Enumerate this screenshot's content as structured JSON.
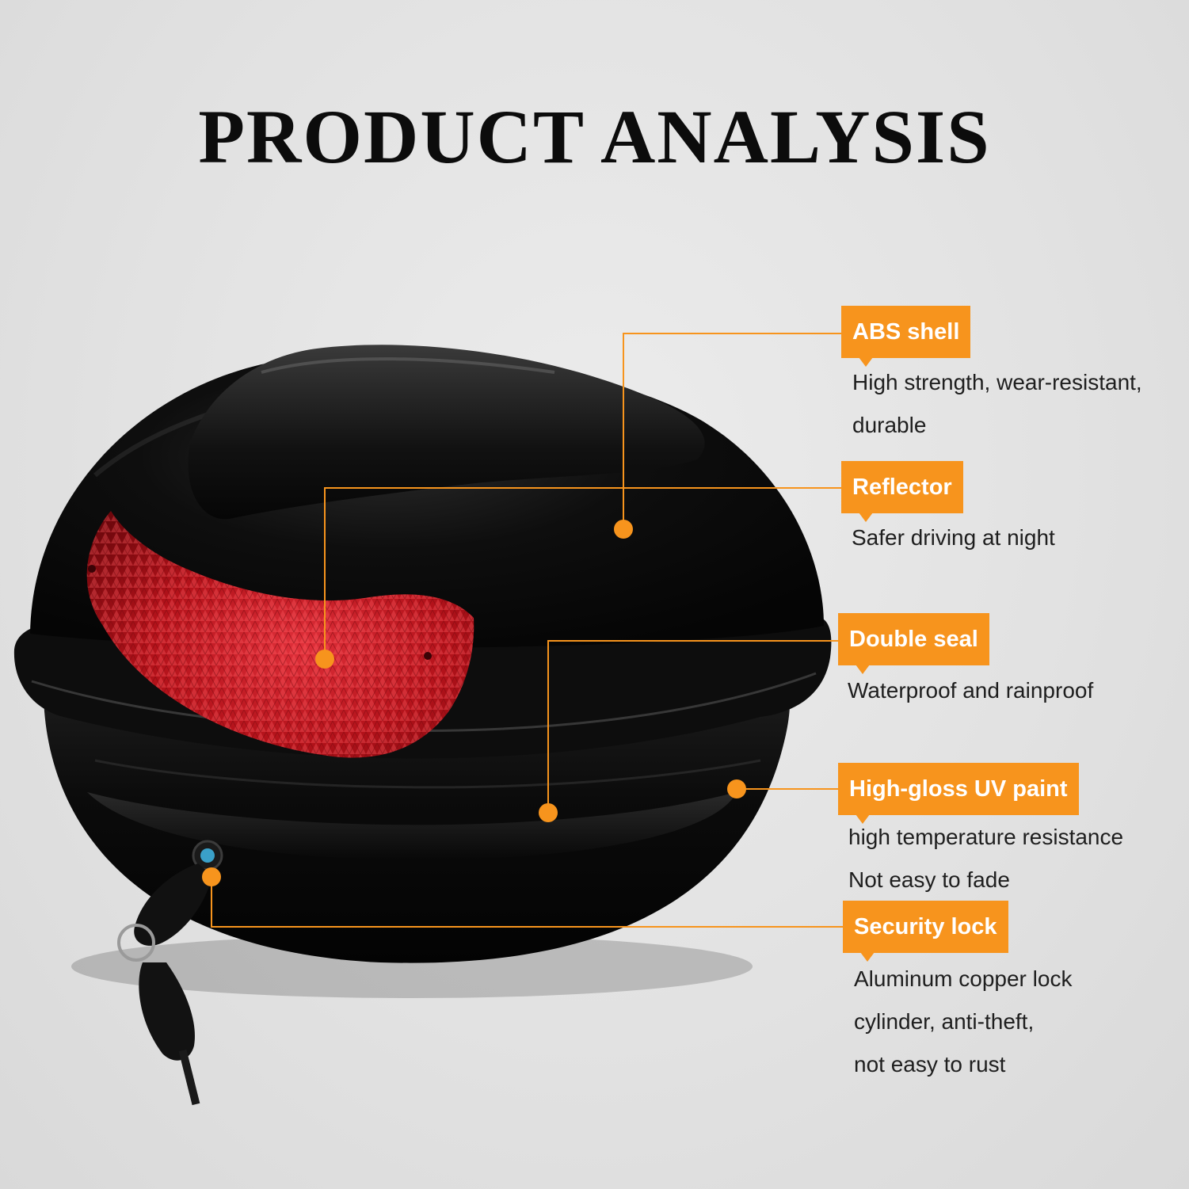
{
  "title": "PRODUCT ANALYSIS",
  "colors": {
    "accent": "#f7941d",
    "background": "#e4e4e4",
    "box": "#0a0a0a",
    "reflector": "#c0161c"
  },
  "features": [
    {
      "label": "ABS shell",
      "lines": [
        "High strength, wear-resistant,",
        "durable"
      ]
    },
    {
      "label": "Reflector",
      "lines": [
        "Safer driving at night"
      ]
    },
    {
      "label": "Double seal",
      "lines": [
        "Waterproof and rainproof"
      ]
    },
    {
      "label": "High-gloss UV paint",
      "lines": [
        "high temperature resistance",
        "Not easy to fade"
      ]
    },
    {
      "label": "Security lock",
      "lines": [
        "Aluminum copper lock",
        "cylinder, anti-theft,",
        "not easy to rust"
      ]
    }
  ]
}
